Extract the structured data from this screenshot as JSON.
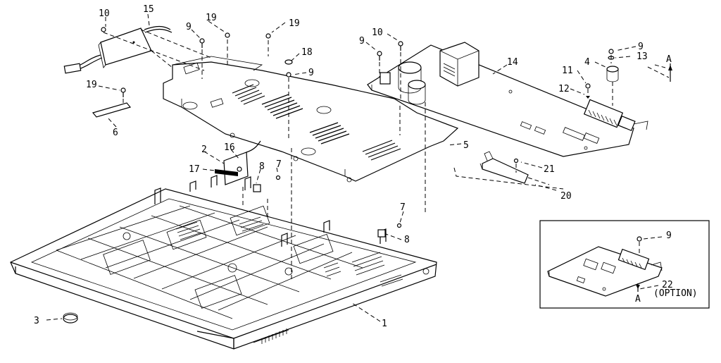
{
  "diagram": {
    "labels": [
      {
        "id": "l1",
        "text": "1"
      },
      {
        "id": "l2",
        "text": "2"
      },
      {
        "id": "l3",
        "text": "3"
      },
      {
        "id": "l4",
        "text": "4"
      },
      {
        "id": "l5",
        "text": "5"
      },
      {
        "id": "l6",
        "text": "6"
      },
      {
        "id": "l7a",
        "text": "7"
      },
      {
        "id": "l7b",
        "text": "7"
      },
      {
        "id": "l8a",
        "text": "8"
      },
      {
        "id": "l8b",
        "text": "8"
      },
      {
        "id": "l9a",
        "text": "9"
      },
      {
        "id": "l9b",
        "text": "9"
      },
      {
        "id": "l9c",
        "text": "9"
      },
      {
        "id": "l9d",
        "text": "9"
      },
      {
        "id": "l9e",
        "text": "9"
      },
      {
        "id": "l10a",
        "text": "10"
      },
      {
        "id": "l10b",
        "text": "10"
      },
      {
        "id": "l11",
        "text": "11"
      },
      {
        "id": "l12",
        "text": "12"
      },
      {
        "id": "l13",
        "text": "13"
      },
      {
        "id": "l14",
        "text": "14"
      },
      {
        "id": "l15",
        "text": "15"
      },
      {
        "id": "l16",
        "text": "16"
      },
      {
        "id": "l17",
        "text": "17"
      },
      {
        "id": "l18",
        "text": "18"
      },
      {
        "id": "l19a",
        "text": "19"
      },
      {
        "id": "l19b",
        "text": "19"
      },
      {
        "id": "l19c",
        "text": "19"
      },
      {
        "id": "l20",
        "text": "20"
      },
      {
        "id": "l21",
        "text": "21"
      },
      {
        "id": "l22",
        "text": "22"
      },
      {
        "id": "lA1",
        "text": "A"
      },
      {
        "id": "lA2",
        "text": "A"
      }
    ],
    "option_text": "(OPTION)"
  }
}
